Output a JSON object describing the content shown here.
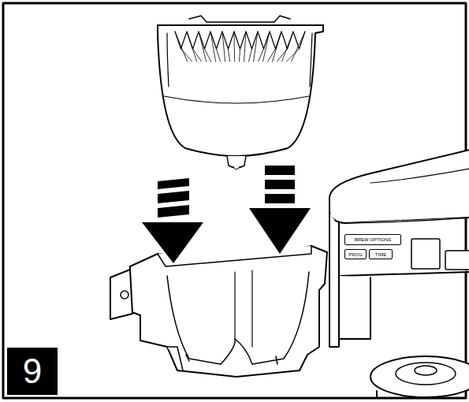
{
  "diagram": {
    "nodes": [
      {
        "text": [
          "BREW OPTIONS"
        ]
      },
      {
        "text": [
          "PROG"
        ]
      },
      {
        "text": [
          "TIME"
        ]
      },
      {
        "text": [
          "9"
        ]
      }
    ]
  }
}
